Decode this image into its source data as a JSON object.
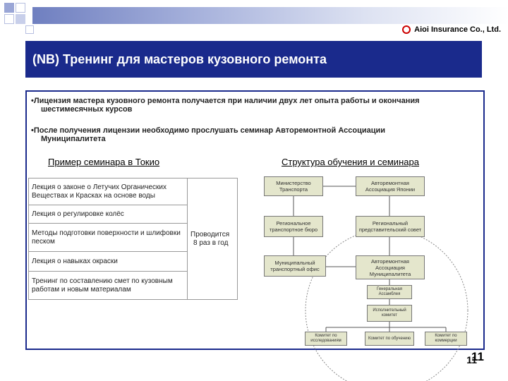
{
  "header": {
    "company": "Aioi Insurance Co., Ltd.",
    "title": "(NB) Тренинг для мастеров кузовного ремонта"
  },
  "bullets": [
    {
      "line1": "•Лицензия мастера кузовного ремонта получается при наличии двух лет опыта работы и окончания",
      "line2": "шестимесячных курсов"
    },
    {
      "line1": "•После получения лицензии необходимо прослушать семинар Авторемонтной Ассоциации",
      "line2": "Муниципалитета"
    }
  ],
  "seminar": {
    "heading": "Пример семинара в Токио",
    "rows": [
      [
        "Лекция о законе о Летучих Органических",
        "Веществах и Красках на основе воды"
      ],
      [
        "Лекция о регулировке колёс"
      ],
      [
        "Методы подготовки поверхности и шлифовки",
        "песком"
      ],
      [
        "Лекция о навыках окраски"
      ],
      [
        "Тренинг по составлению смет по кузовным",
        "работам и новым материалам"
      ]
    ],
    "frequency": [
      "Проводится",
      "8 раз в год"
    ]
  },
  "structure": {
    "heading": "Структура обучения и семинара",
    "boxes": {
      "ministry": "Министерство Транспорта",
      "assoc_japan": "Авторемонтная Ассоциация Японии",
      "regional_bureau": "Региональное транспортное бюро",
      "regional_office": "Региональный представительский совет",
      "muni_bureau": "Муниципальный транспортный офис",
      "muni_assoc": "Авторемонтная Ассоциация Муниципалитета",
      "general": "Генеральная Ассамблея",
      "executive": "Исполнительный комитет",
      "tech": "Комитет по исследованиям",
      "education": "Комитет по обучению",
      "business": "Комитет по коммерции"
    }
  },
  "page": {
    "number": "11",
    "number_overlay": "11"
  },
  "colors": {
    "title_bg": "#1a2a8c",
    "box_bg": "#e4e6cc",
    "accent_red": "#cc0000"
  }
}
